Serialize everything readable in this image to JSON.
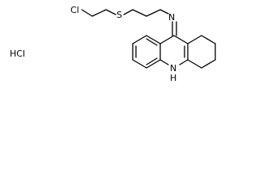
{
  "structure": {
    "salt_label": "HCl",
    "atoms": {
      "cl": "Cl",
      "s": "S",
      "n_imine": "N",
      "n_ring": "N",
      "h_ring": "H"
    }
  },
  "colors": {
    "ink": "#000000",
    "background": "#ffffff"
  }
}
